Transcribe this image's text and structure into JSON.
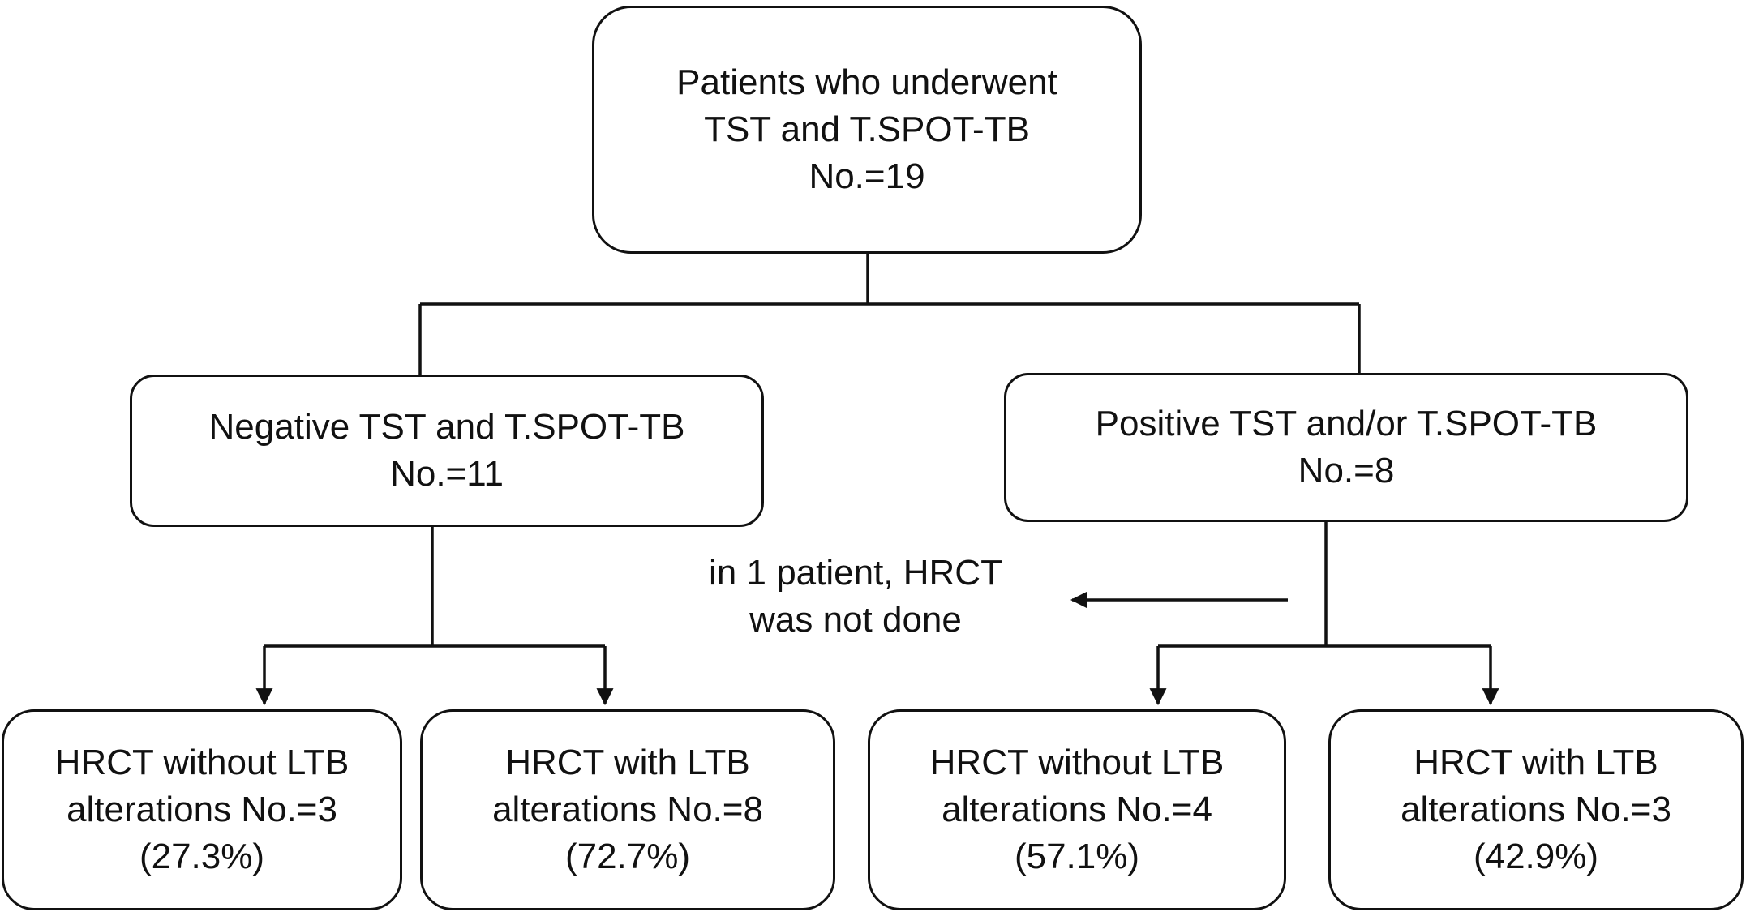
{
  "root": {
    "line1": "Patients who underwent",
    "line2": "TST and T.SPOT-TB",
    "line3": "No.=19"
  },
  "negative": {
    "line1": "Negative TST and T.SPOT-TB",
    "line2": "No.=11"
  },
  "positive": {
    "line1": "Positive TST and/or T.SPOT-TB",
    "line2": "No.=8"
  },
  "note": {
    "line1": "in 1 patient, HRCT",
    "line2": "was not done"
  },
  "leaves": [
    {
      "line1": "HRCT without LTB",
      "line2": "alterations No.=3",
      "line3": "(27.3%)"
    },
    {
      "line1": "HRCT with LTB",
      "line2": "alterations No.=8",
      "line3": "(72.7%)"
    },
    {
      "line1": "HRCT without LTB",
      "line2": "alterations No.=4",
      "line3": "(57.1%)"
    },
    {
      "line1": "HRCT with LTB",
      "line2": "alterations No.=3",
      "line3": "(42.9%)"
    }
  ]
}
